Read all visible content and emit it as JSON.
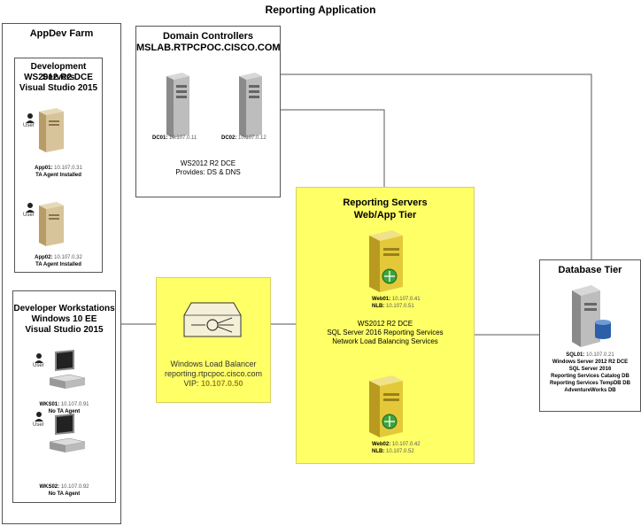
{
  "title": "Reporting Application",
  "appdev": {
    "title": "AppDev Farm",
    "dev_servers": {
      "line1": "Development Servers",
      "line2": "WS2012 R2 DCE",
      "line3": "Visual Studio 2015",
      "app01": {
        "user": "User",
        "name": "App01:",
        "ip": "10.107.0.31",
        "note": "TA Agent Installed"
      },
      "app02": {
        "user": "User",
        "name": "App02:",
        "ip": "10.107.0.32",
        "note": "TA Agent Installed"
      }
    },
    "workstations": {
      "line1": "Developer Workstations",
      "line2": "Windows 10 EE",
      "line3": "Visual Studio 2015",
      "wks01": {
        "user": "User",
        "name": "WKS01:",
        "ip": "10.107.0.91",
        "note": "No TA Agent"
      },
      "wks02": {
        "user": "User",
        "name": "WKS02:",
        "ip": "10.107.0.92",
        "note": "No TA Agent"
      }
    }
  },
  "domain": {
    "title": "Domain Controllers",
    "domain_name": "MSLAB.RTPCPOC.CISCO.COM",
    "dc01": {
      "name": "DC01:",
      "ip": "10.107.0.11"
    },
    "dc02": {
      "name": "DC02:",
      "ip": "10.107.0.12"
    },
    "os": "WS2012 R2 DCE",
    "provides": "Provides: DS & DNS"
  },
  "lb": {
    "line1": "Windows Load Balancer",
    "line2": "reporting.rtpcpoc.cisco.com",
    "vip_label": "VIP:",
    "vip": "10.107.0.50"
  },
  "reporting": {
    "line1": "Reporting Servers",
    "line2": "Web/App Tier",
    "web01": {
      "name": "Web01:",
      "ip": "10.107.0.41",
      "nlb_label": "NLB:",
      "nlb": "10.107.0.51"
    },
    "web02": {
      "name": "Web02:",
      "ip": "10.107.0.42",
      "nlb_label": "NLB:",
      "nlb": "10.107.0.52"
    },
    "desc1": "WS2012 R2 DCE",
    "desc2": "SQL Server 2016 Reporting Services",
    "desc3": "Network Load Balancing Services"
  },
  "database": {
    "title": "Database Tier",
    "sql01": {
      "name": "SQL01:",
      "ip": "10.107.0.21"
    },
    "d1": "Windows Server 2012 R2 DCE",
    "d2": "SQL Server 2016",
    "d3": "Reporting Services Catalog DB",
    "d4": "Reporting Services TempDB DB",
    "d5": "AdventureWorks DB"
  }
}
